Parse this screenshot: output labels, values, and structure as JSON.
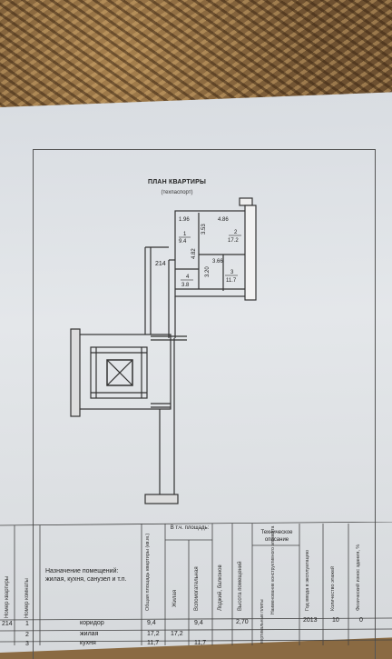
{
  "title": "ПЛАН КВАРТИРЫ",
  "subtitle": "(техпаспорт)",
  "plan": {
    "dims": [
      "1.96",
      "4.86",
      "3.53",
      "4.82",
      "3.66",
      "3.20"
    ],
    "rooms": [
      {
        "no": "1",
        "area": "9.4"
      },
      {
        "no": "2",
        "area": "17.2"
      },
      {
        "no": "3",
        "area": "11.7"
      },
      {
        "no": "4",
        "area": "3.8"
      }
    ],
    "apt_no": "214"
  },
  "table": {
    "headers": {
      "apt_no": "Номер квартиры",
      "room_no": "Номер комнаты",
      "purpose": "Назначение помещений: жилая, кухня, санузел и т.п.",
      "total": "Общая площадь квартиры (кв.м.)",
      "incl": "В т.ч. площадь:",
      "living": "Жилая",
      "aux": "Вспомогательная",
      "loggia": "Лоджий, балконов",
      "height": "Высота помещений",
      "tech": "Техническое описание",
      "tech_sub": "Наименование конструктивного элемента",
      "tech_sub2": "вертикальные плиты",
      "year": "Год ввода в эксплуатацию",
      "floors": "Количество этажей",
      "wear": "Физический износ здания, %"
    },
    "rows": [
      {
        "apt": "214",
        "room": "1",
        "purpose": "коридор",
        "total": "9,4",
        "living": "",
        "aux": "9,4",
        "height": "2,70",
        "year": "2013",
        "floors": "10",
        "wear": "0"
      },
      {
        "apt": "",
        "room": "2",
        "purpose": "жилая",
        "total": "17,2",
        "living": "17,2",
        "aux": "",
        "height": "",
        "year": "",
        "floors": "",
        "wear": ""
      },
      {
        "apt": "",
        "room": "3",
        "purpose": "кухня",
        "total": "11,7",
        "living": "",
        "aux": "11,7",
        "height": "",
        "year": "",
        "floors": "",
        "wear": ""
      }
    ]
  }
}
